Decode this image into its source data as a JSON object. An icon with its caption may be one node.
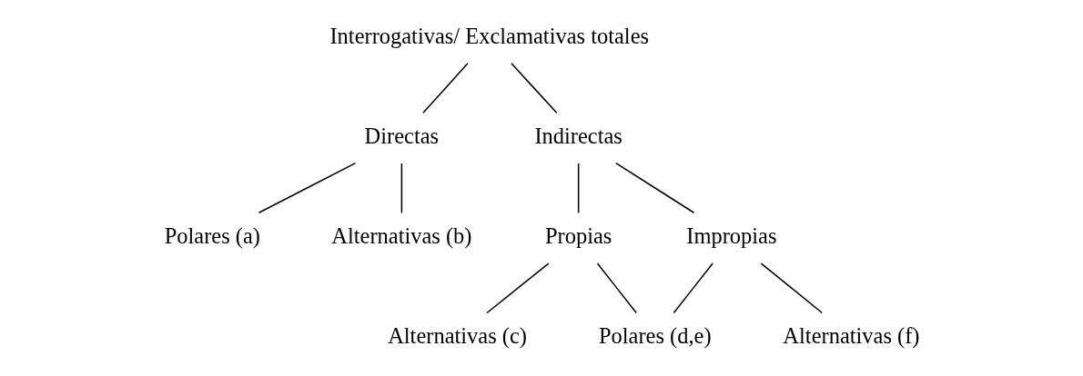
{
  "diagram": {
    "nodes": [
      {
        "text": [
          "Interrogativas/ Exclamativas totales"
        ]
      },
      {
        "text": [
          "Directas"
        ]
      },
      {
        "text": [
          "Indirectas"
        ]
      },
      {
        "text": [
          "Polares (a)"
        ]
      },
      {
        "text": [
          "Alternativas (b)"
        ]
      },
      {
        "text": [
          "Propias"
        ]
      },
      {
        "text": [
          "Impropias"
        ]
      },
      {
        "text": [
          "Alternativas (c)"
        ]
      },
      {
        "text": [
          "Polares (d,e)"
        ]
      },
      {
        "text": [
          "Alternativas (f)"
        ]
      }
    ],
    "edges": [
      {
        "from": 0,
        "to": 1,
        "arrow": "none"
      },
      {
        "from": 0,
        "to": 2,
        "arrow": "none"
      },
      {
        "from": 1,
        "to": 3,
        "arrow": "none"
      },
      {
        "from": 1,
        "to": 4,
        "arrow": "none"
      },
      {
        "from": 2,
        "to": 5,
        "arrow": "none"
      },
      {
        "from": 2,
        "to": 6,
        "arrow": "none"
      },
      {
        "from": 5,
        "to": 7,
        "arrow": "none"
      },
      {
        "from": 5,
        "to": 8,
        "arrow": "none"
      },
      {
        "from": 6,
        "to": 8,
        "arrow": "none"
      },
      {
        "from": 6,
        "to": 9,
        "arrow": "none"
      }
    ]
  }
}
